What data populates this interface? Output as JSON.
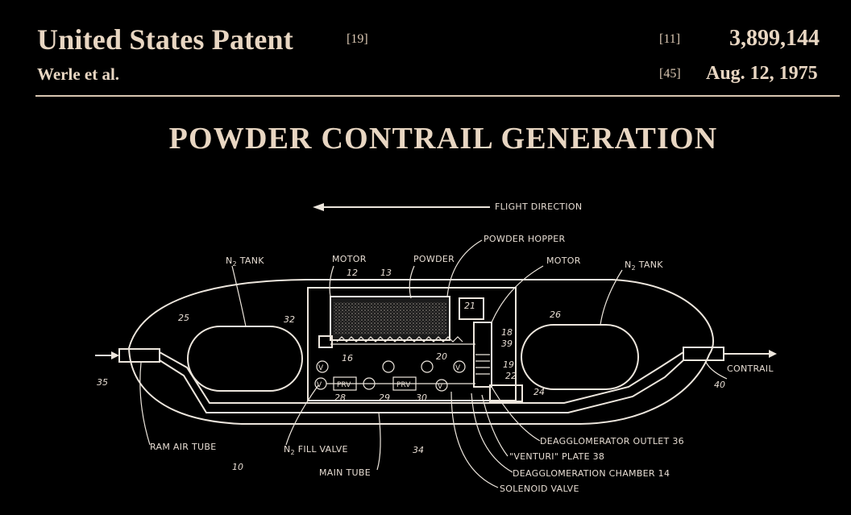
{
  "header": {
    "title": "United States Patent",
    "code19": "[19]",
    "authors": "Werle et al.",
    "code11": "[11]",
    "patent_number": "3,899,144",
    "code45": "[45]",
    "date": "Aug. 12, 1975"
  },
  "doc_title": "POWDER CONTRAIL GENERATION",
  "figure": {
    "flight_direction": "FLIGHT DIRECTION",
    "labels": {
      "n2_tank_left": "N",
      "n2_tank_sub": "2",
      "tank_word": " TANK",
      "motor_left": "MOTOR",
      "powder": "POWDER",
      "powder_hopper": "POWDER HOPPER",
      "motor_right": "MOTOR",
      "n2_tank_right": "N",
      "contrail": "CONTRAIL",
      "ram_air_tube": "RAM AIR TUBE",
      "fill_valve_pre": "N",
      "fill_valve_word": " FILL VALVE",
      "main_tube": "MAIN TUBE",
      "deagg_outlet": "DEAGGLOMERATOR  OUTLET 36",
      "venturi_plate": "\"VENTURI\" PLATE 38",
      "deagg_chamber": "DEAGGLOMERATION CHAMBER 14",
      "solenoid_valve": "SOLENOID VALVE"
    },
    "refs": {
      "r12": "12",
      "r13": "13",
      "r16": "16",
      "r18": "18",
      "r39": "39",
      "r19": "19",
      "r20": "20",
      "r21": "21",
      "r22": "22",
      "r24": "24",
      "r25": "25",
      "r26": "26",
      "r28": "28",
      "r29": "29",
      "r30": "30",
      "r32": "32",
      "r34": "34",
      "r35": "35",
      "r40": "40",
      "r10": "10"
    },
    "boxes": {
      "prv1": "PRV",
      "prv2": "PRV",
      "valve": "V"
    }
  }
}
